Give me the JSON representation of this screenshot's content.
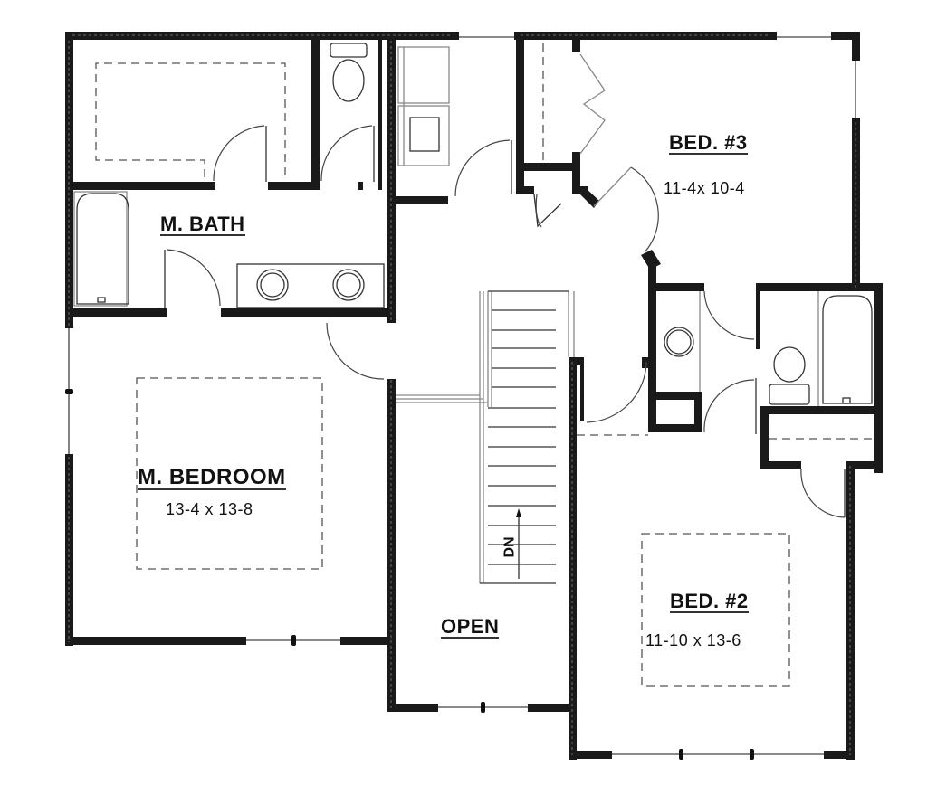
{
  "plan": {
    "rooms": [
      {
        "id": "m-bath",
        "name": "M. BATH",
        "dimensions": ""
      },
      {
        "id": "bed-3",
        "name": "BED. #3",
        "dimensions": "11-4x 10-4"
      },
      {
        "id": "m-bedroom",
        "name": "M. BEDROOM",
        "dimensions": "13-4 x 13-8"
      },
      {
        "id": "open",
        "name": "OPEN",
        "dimensions": ""
      },
      {
        "id": "bed-2",
        "name": "BED. #2",
        "dimensions": "11-10 x 13-6"
      }
    ],
    "stair_label": "DN",
    "colors": {
      "wall": "#1a1a1a",
      "background": "#ffffff",
      "fixture_line": "#444444"
    }
  }
}
